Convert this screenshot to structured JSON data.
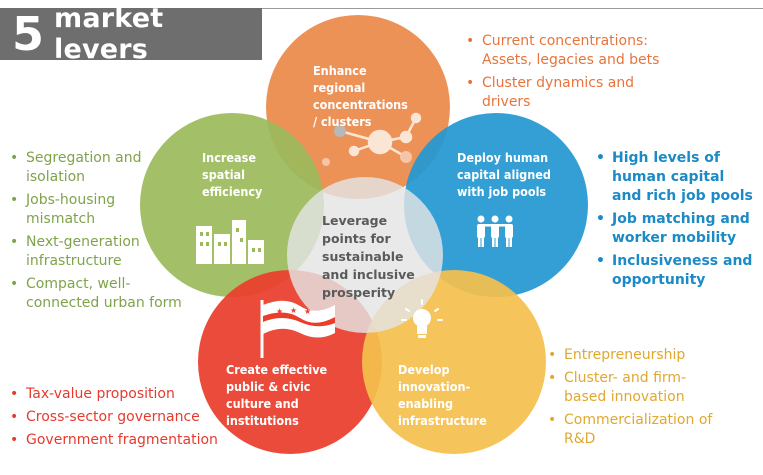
{
  "title": {
    "number": "5",
    "text": "market levers"
  },
  "center": "Leverage points for sustainable and inclusive prosperity",
  "colors": {
    "orange": "#ec8a4a",
    "green": "#9cba5b",
    "blue": "#2498d2",
    "red": "#ea3d2c",
    "yellow": "#f4c04d"
  },
  "levers": {
    "orange": {
      "label": "Enhance regional concentrations / clusters",
      "icon": "network-nodes-icon",
      "bullets": [
        "Current concentrations: Assets, legacies and bets",
        "Cluster dynamics and drivers"
      ]
    },
    "blue": {
      "label": "Deploy human capital aligned with job pools",
      "icon": "people-icon",
      "bullets": [
        "High levels of human capital and rich job pools",
        "Job matching and worker mobility",
        "Inclusiveness and opportunity"
      ]
    },
    "yellow": {
      "label": "Develop innovation-enabling infrastructure",
      "icon": "lightbulb-icon",
      "bullets": [
        "Entrepreneurship",
        "Cluster- and firm-based innovation",
        "Commercialization of R&D"
      ]
    },
    "red": {
      "label": "Create effective public & civic culture and institutions",
      "icon": "flag-icon",
      "bullets": [
        "Tax-value proposition",
        "Cross-sector governance",
        "Government fragmentation"
      ]
    },
    "green": {
      "label": "Increase spatial efficiency",
      "icon": "city-buildings-icon",
      "bullets": [
        "Segregation and isolation",
        "Jobs-housing mismatch",
        "Next-generation infrastructure",
        "Compact, well-connected urban form"
      ]
    }
  }
}
